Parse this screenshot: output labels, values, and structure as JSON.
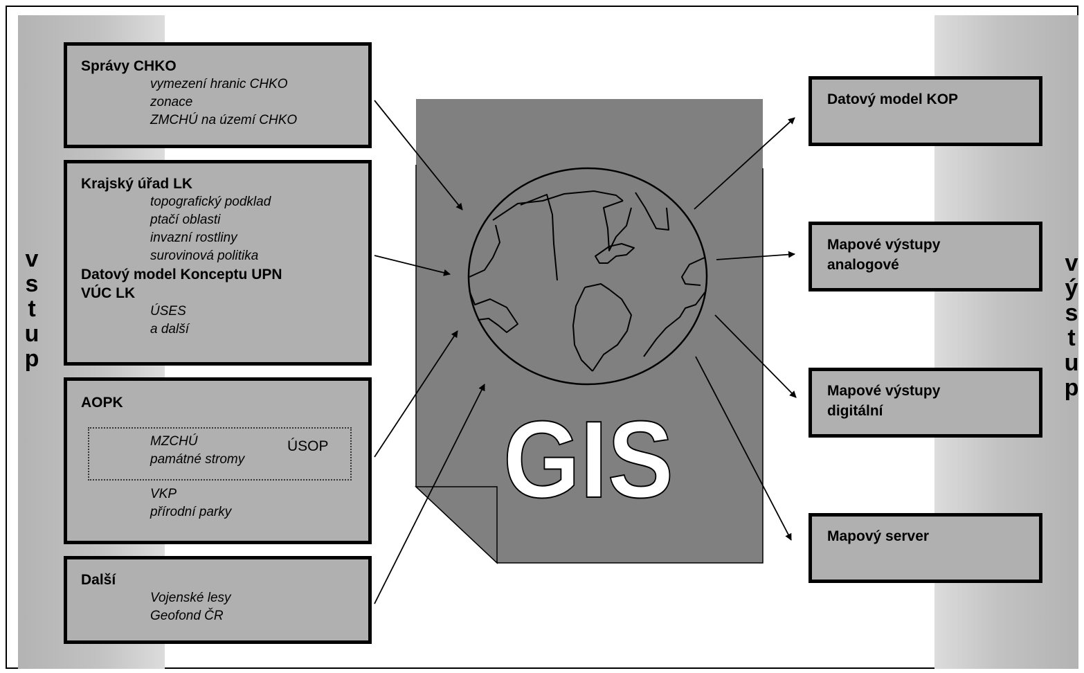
{
  "side_labels": {
    "left": [
      "v",
      "s",
      "t",
      "u",
      "p"
    ],
    "right": [
      "v",
      "ý",
      "s",
      "t",
      "u",
      "p"
    ]
  },
  "inputs": {
    "sprava_chko": {
      "title": "Správy CHKO",
      "items": [
        "vymezení hranic CHKO",
        "zonace",
        "ZMCHÚ na území CHKO"
      ]
    },
    "krajsky_urad": {
      "title": "Krajský úřad LK",
      "items": [
        "topografický podklad",
        "ptačí oblasti",
        "invazní rostliny",
        "surovinová politika"
      ],
      "title2_line1": "Datový model Konceptu UPN",
      "title2_line2": "VÚC LK",
      "items2": [
        "ÚSES",
        "a další"
      ]
    },
    "aopk": {
      "title": "AOPK",
      "usop_items": [
        "MZCHÚ",
        "památné stromy"
      ],
      "usop_label": "ÚSOP",
      "items": [
        "VKP",
        "přírodní parky"
      ]
    },
    "dalsi": {
      "title": "Další",
      "items": [
        "Vojenské lesy",
        "Geofond ČR"
      ]
    }
  },
  "center": {
    "label": "GIS"
  },
  "outputs": [
    {
      "title": "Datový model KOP"
    },
    {
      "title": "Mapové výstupy",
      "subtitle": "analogové"
    },
    {
      "title": "Mapové výstupy",
      "subtitle": "digitální"
    },
    {
      "title": "Mapový server"
    }
  ],
  "colors": {
    "box_fill": "#b0b0b0",
    "document_fill": "#808080",
    "globe_fill": "#808080",
    "band": "#b3b3b3"
  }
}
